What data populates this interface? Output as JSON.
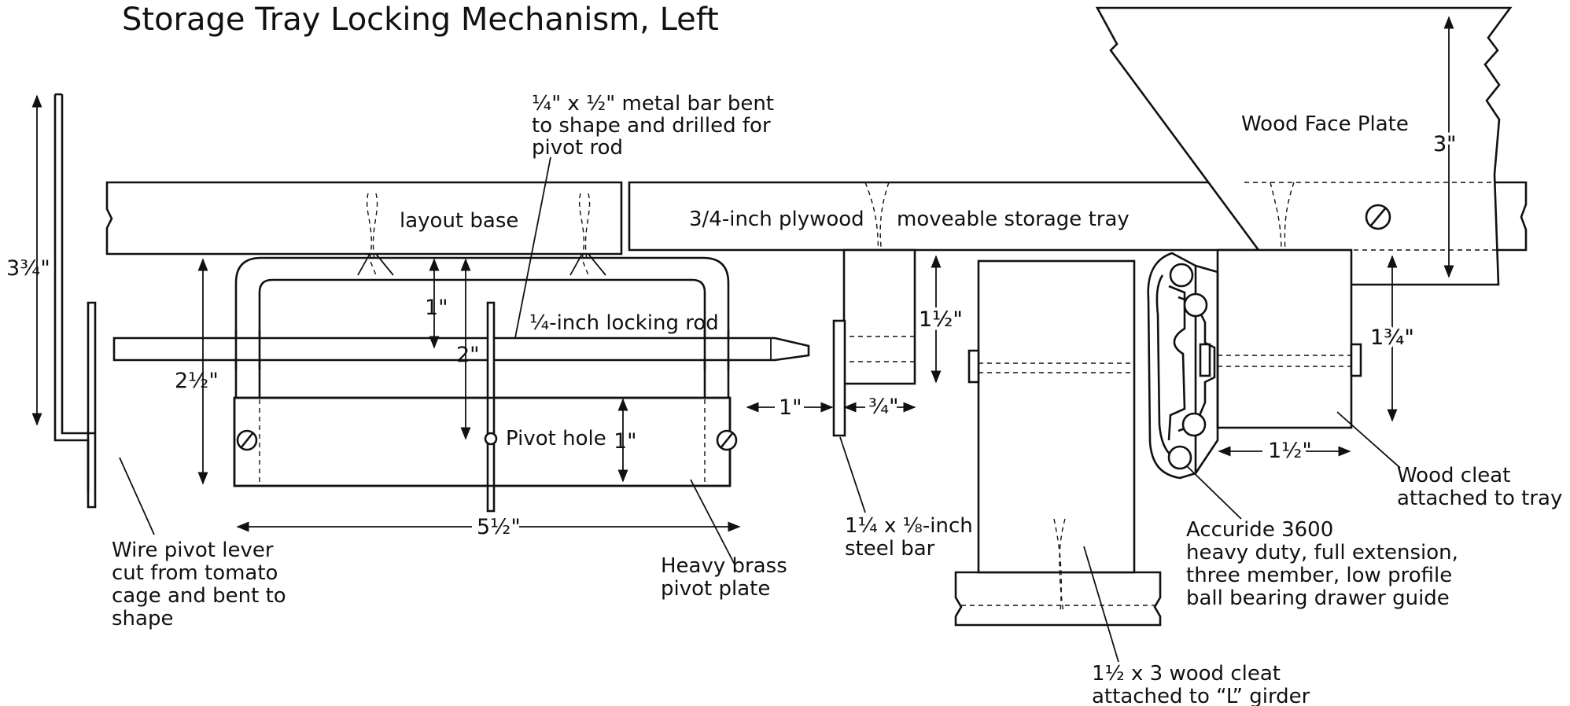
{
  "title": "Storage Tray Locking Mechanism, Left",
  "labels": {
    "metal_bar": [
      "¼\" x ½\" metal bar bent",
      "to shape and drilled for",
      "pivot rod"
    ],
    "layout_base": "layout base",
    "plywood": "3/4-inch plywood",
    "storage_tray": "moveable storage tray",
    "face_plate": "Wood Face Plate",
    "locking_rod": "¼-inch locking rod",
    "pivot_hole": "Pivot hole",
    "wire_lever": [
      "Wire pivot lever",
      "cut from tomato",
      "cage and bent to",
      "shape"
    ],
    "brass_plate": [
      "Heavy brass",
      "pivot plate"
    ],
    "steel_bar": [
      "1¼ x ⅛-inch",
      "steel bar"
    ],
    "accuride": [
      "Accuride 3600",
      "heavy duty, full extension,",
      "three member, low profile",
      "ball bearing drawer guide"
    ],
    "wood_cleat_tray": [
      "Wood cleat",
      "attached to tray"
    ],
    "wood_cleat_girder": [
      "1½ x 3 wood cleat",
      "attached to “L” girder"
    ]
  },
  "dimensions": {
    "lever_height": "3¾\"",
    "bracket_height": "2½\"",
    "gap_1in_top": "1\"",
    "rod_2in": "2\"",
    "plate_1in": "1\"",
    "width_5half": "5½\"",
    "gap_1in": "1\"",
    "bar_3quarter": "¾\"",
    "block_1half_h": "1½\"",
    "face_3in": "3\"",
    "cleat_1three_quarter": "1¾\"",
    "cleat_1half_w": "1½\""
  }
}
